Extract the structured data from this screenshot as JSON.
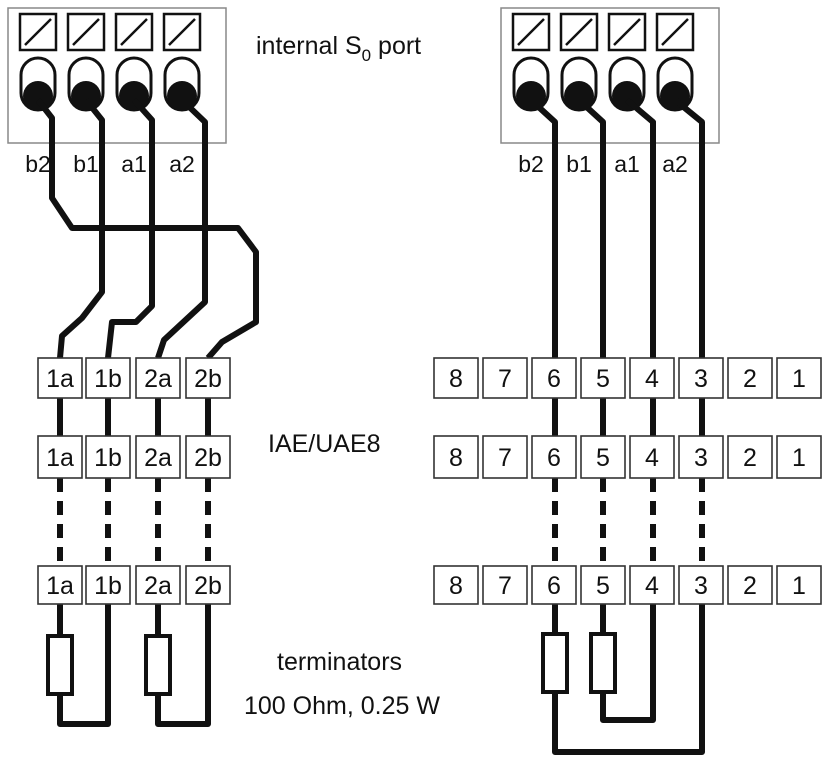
{
  "labels": {
    "port_main": "internal S",
    "port_sub": "0",
    "port_tail": " port",
    "connector": "IAE/UAE8",
    "terminators": "terminators",
    "terminator_spec": "100 Ohm, 0.25 W"
  },
  "port_pins": [
    "b2",
    "b1",
    "a1",
    "a2"
  ],
  "left_sockets": [
    "1a",
    "1b",
    "2a",
    "2b"
  ],
  "right_sockets": [
    "8",
    "7",
    "6",
    "5",
    "4",
    "3",
    "2",
    "1"
  ]
}
